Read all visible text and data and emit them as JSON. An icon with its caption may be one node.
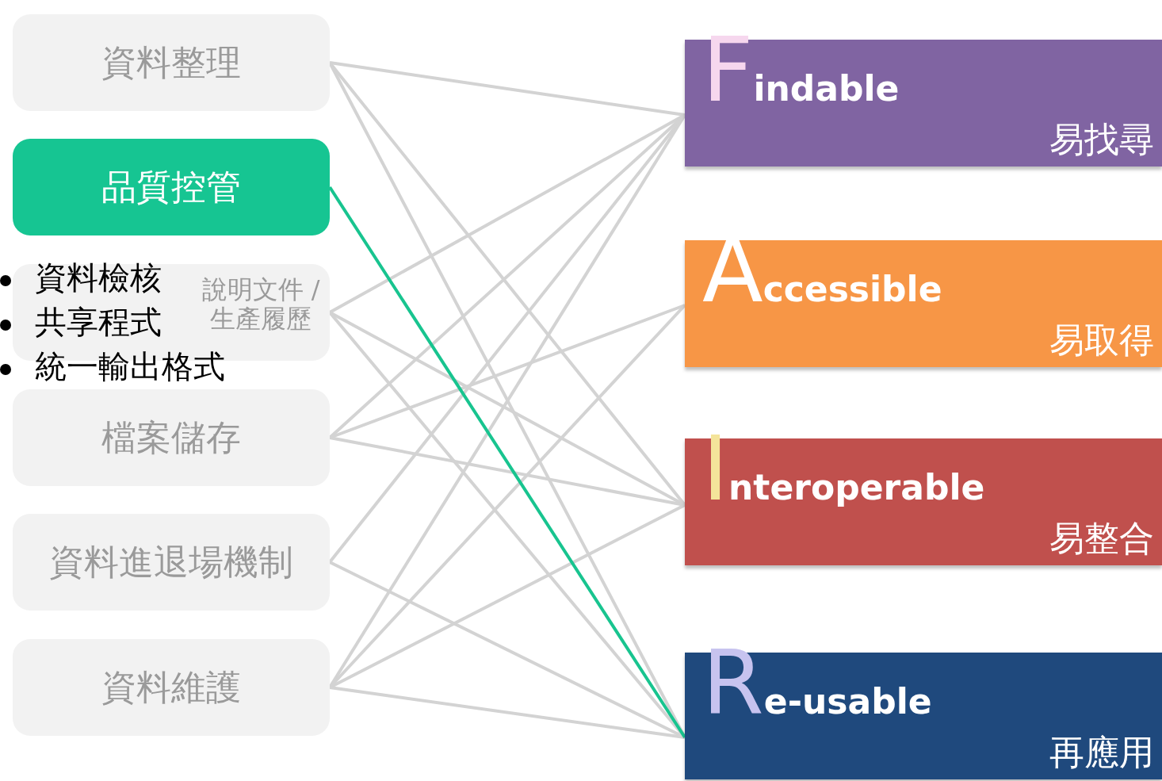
{
  "diagram": {
    "nodes": [
      {
        "text": [
          "資料整理"
        ]
      },
      {
        "text": [
          "品質控管"
        ]
      },
      {
        "text": [
          "說明文件 / 生產履歷"
        ]
      },
      {
        "text": [
          "檔案儲存"
        ]
      },
      {
        "text": [
          "資料進退場機制"
        ]
      },
      {
        "text": [
          "資料維護"
        ]
      },
      {
        "text": [
          "Findable",
          "易找尋"
        ]
      },
      {
        "text": [
          "Accessible",
          "易取得"
        ]
      },
      {
        "text": [
          "Interoperable",
          "易整合"
        ]
      },
      {
        "text": [
          "Re-usable",
          "再應用"
        ]
      }
    ],
    "edges": [
      {
        "from": 0,
        "to": 6,
        "arrow": "none"
      },
      {
        "from": 0,
        "to": 8,
        "arrow": "none"
      },
      {
        "from": 0,
        "to": 9,
        "arrow": "none"
      },
      {
        "from": 1,
        "to": 9,
        "arrow": "none",
        "color": "#18c48f"
      },
      {
        "from": 2,
        "to": 6,
        "arrow": "none"
      },
      {
        "from": 2,
        "to": 8,
        "arrow": "none"
      },
      {
        "from": 2,
        "to": 9,
        "arrow": "none"
      },
      {
        "from": 3,
        "to": 6,
        "arrow": "none"
      },
      {
        "from": 3,
        "to": 7,
        "arrow": "none"
      },
      {
        "from": 3,
        "to": 8,
        "arrow": "none"
      },
      {
        "from": 4,
        "to": 6,
        "arrow": "none"
      },
      {
        "from": 4,
        "to": 9,
        "arrow": "none"
      },
      {
        "from": 5,
        "to": 6,
        "arrow": "none"
      },
      {
        "from": 5,
        "to": 7,
        "arrow": "none"
      },
      {
        "from": 5,
        "to": 8,
        "arrow": "none"
      },
      {
        "from": 5,
        "to": 9,
        "arrow": "none"
      }
    ],
    "labels": [
      "資料檢核",
      "共享程式",
      "統一輸出格式"
    ]
  }
}
